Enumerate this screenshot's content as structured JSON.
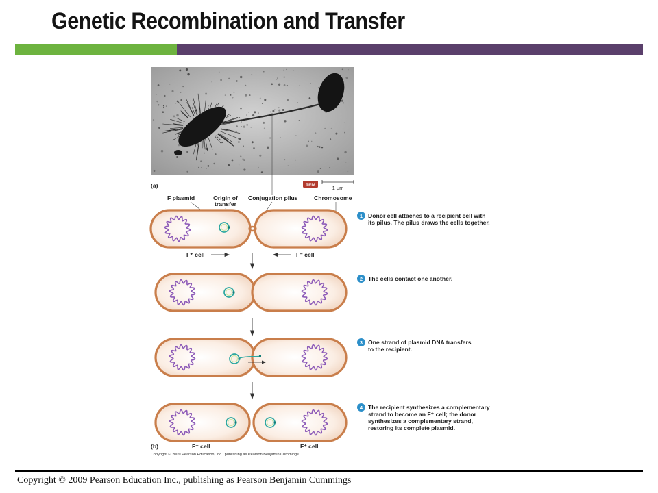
{
  "title": "Genetic Recombination and Transfer",
  "colors": {
    "accent_green": "#6db33f",
    "accent_purple": "#5a3f6b",
    "cell_outline": "#c97e4b",
    "cell_fill": "#fbeee4",
    "chromosome": "#8c5ab8",
    "plasmid": "#2aa7a0",
    "step_badge": "#2c8fc9",
    "tem_badge": "#b33b2e"
  },
  "figure": {
    "micrograph": {
      "panel_label": "(a)",
      "tem_badge": "TEM",
      "scale_bar": "1 μm"
    },
    "labels": {
      "f_plasmid": "F plasmid",
      "origin_line1": "Origin of",
      "origin_line2": "transfer",
      "pilus": "Conjugation pilus",
      "chromosome": "Chromosome"
    },
    "stage1": {
      "left_cell": "F⁺ cell",
      "right_cell": "F⁻ cell"
    },
    "stage4": {
      "left_cell": "F⁺ cell",
      "right_cell": "F⁺ cell"
    },
    "panel_b_label": "(b)",
    "steps": [
      {
        "num": "1",
        "lines": [
          "Donor cell attaches to a recipient cell with",
          "its pilus. The pilus draws the cells together."
        ]
      },
      {
        "num": "2",
        "lines": [
          "The cells contact one another."
        ]
      },
      {
        "num": "3",
        "lines": [
          "One strand of plasmid DNA transfers",
          "to the recipient."
        ]
      },
      {
        "num": "4",
        "lines": [
          "The recipient synthesizes a complementary",
          "strand to become an F⁺ cell; the donor",
          "synthesizes a complementary strand,",
          "restoring its complete plasmid."
        ]
      }
    ],
    "figure_copyright": "Copyright © 2009 Pearson Education, Inc., publishing as Pearson Benjamin Cummings."
  },
  "footer": "Copyright © 2009 Pearson Education Inc., publishing as Pearson Benjamin Cummings"
}
